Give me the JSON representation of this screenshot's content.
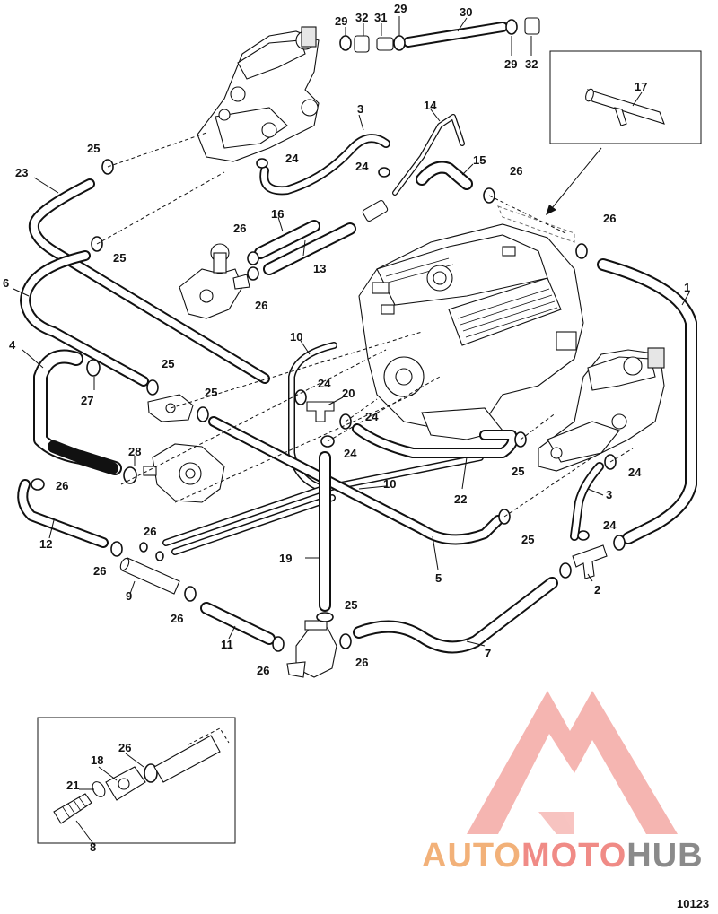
{
  "figure_id": "10123",
  "watermark": {
    "text_a": "AUTO",
    "text_b": "MOTO",
    "text_c": "HUB",
    "color_a": "#f2b179",
    "color_b": "#f08b86",
    "color_c": "#8a8a8a",
    "logo_color": "#f08b86"
  },
  "callouts": {
    "c1": "1",
    "c2": "2",
    "c3a": "3",
    "c3b": "3",
    "c4": "4",
    "c5": "5",
    "c6": "6",
    "c7": "7",
    "c8": "8",
    "c9": "9",
    "c10a": "10",
    "c10b": "10",
    "c11": "11",
    "c12": "12",
    "c13": "13",
    "c14": "14",
    "c15": "15",
    "c16": "16",
    "c17": "17",
    "c18": "18",
    "c19": "19",
    "c20": "20",
    "c21": "21",
    "c22": "22",
    "c23": "23",
    "c24a": "24",
    "c24b": "24",
    "c24c": "24",
    "c24d": "24",
    "c24e": "24",
    "c24f": "24",
    "c25a": "25",
    "c25b": "25",
    "c25c": "25",
    "c25d": "25",
    "c25e": "25",
    "c25f": "25",
    "c25g": "25",
    "c26a": "26",
    "c26b": "26",
    "c26c": "26",
    "c26d": "26",
    "c26e": "26",
    "c26f": "26",
    "c26g": "26",
    "c26h": "26",
    "c26i": "26",
    "c26j": "26",
    "c26k": "26",
    "c27": "27",
    "c28": "28",
    "c29a": "29",
    "c29b": "29",
    "c29c": "29",
    "c30": "30",
    "c31": "31",
    "c32a": "32",
    "c32b": "32"
  }
}
